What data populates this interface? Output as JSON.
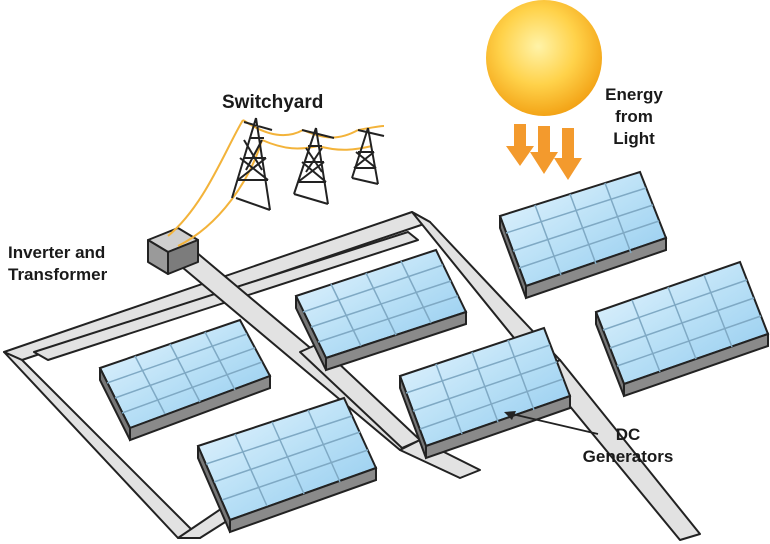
{
  "labels": {
    "switchyard": "Switchyard",
    "inverter_line1": "Inverter and",
    "inverter_line2": "Transformer",
    "energy_line1": "Energy",
    "energy_line2": "from",
    "energy_line3": "Light",
    "dc_line1": "DC",
    "dc_line2": "Generators"
  },
  "colors": {
    "sun": "#f6b12a",
    "arrows": "#f39a2d",
    "wires": "#f3b33a",
    "panel_glass": "#bfe3f7",
    "pipe": "#d9d9d9"
  },
  "icons": [
    "sun-icon",
    "transmission-tower-icon",
    "inverter-box-icon",
    "solar-panel-icon",
    "arrow-down-icon"
  ]
}
